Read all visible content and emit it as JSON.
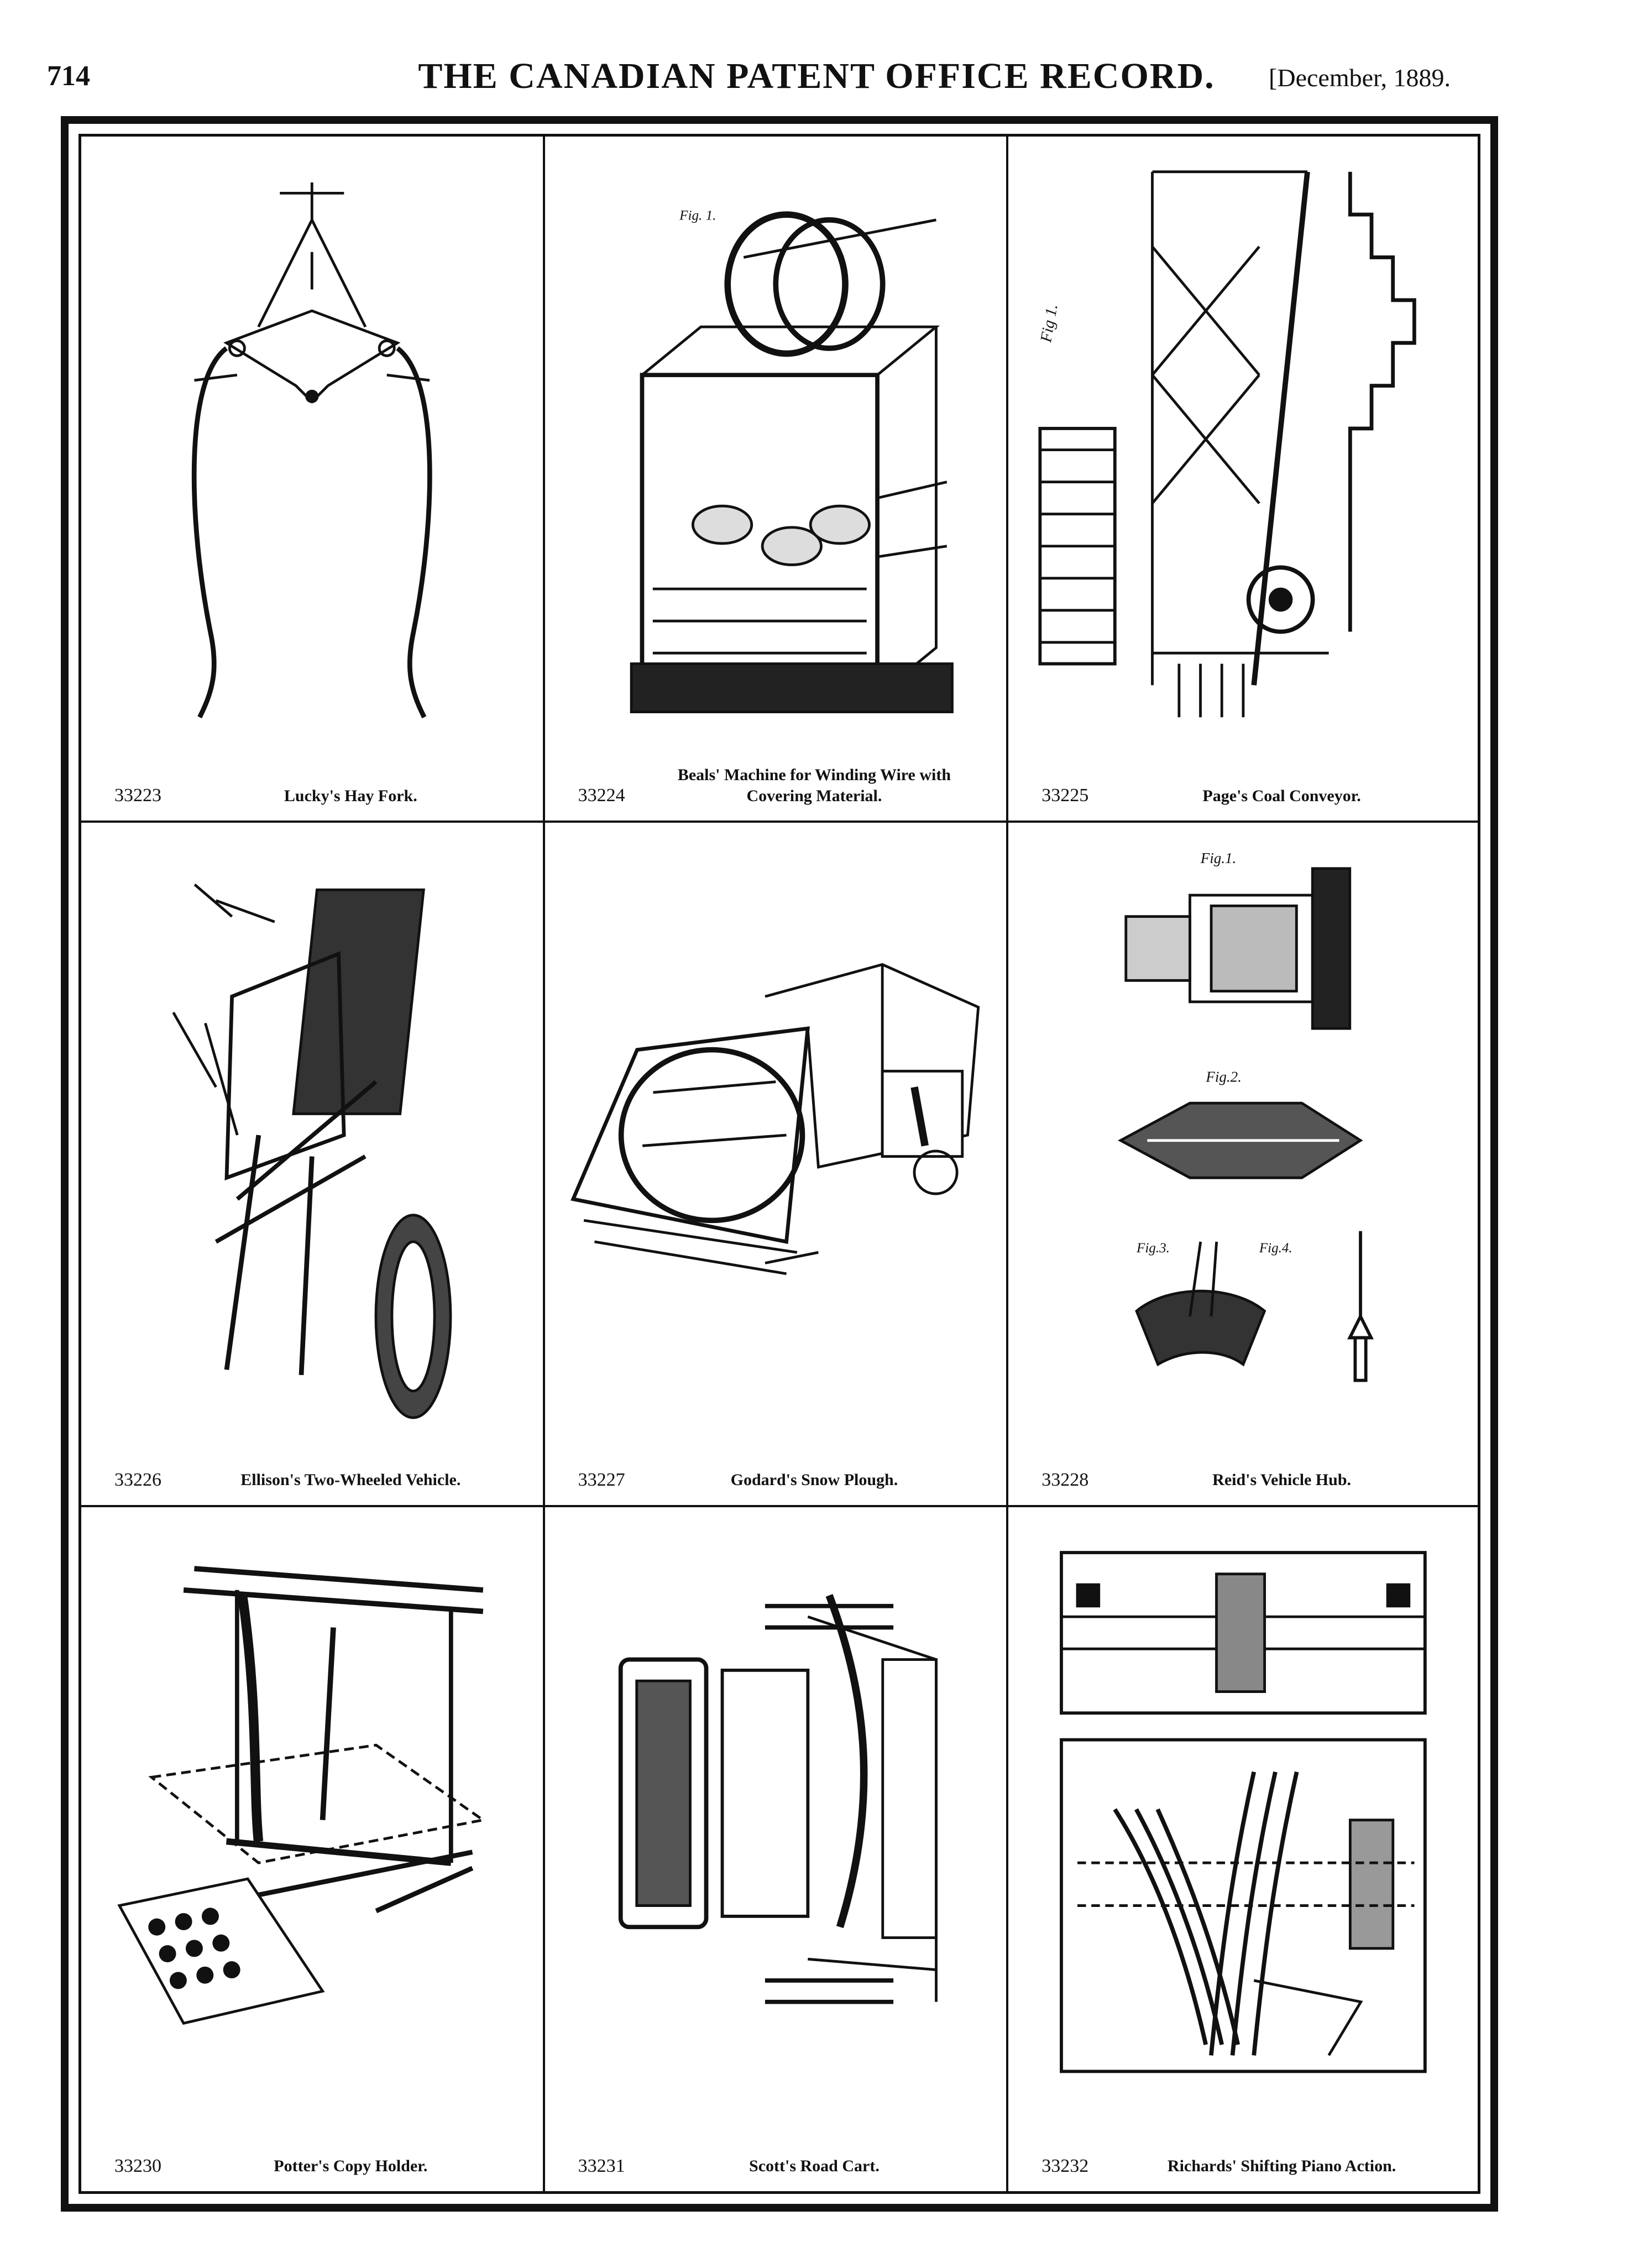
{
  "header": {
    "page_number": "714",
    "journal_title": "THE CANADIAN PATENT OFFICE RECORD.",
    "date": "[December, 1889."
  },
  "patents": [
    {
      "number": "33223",
      "title": "Lucky's Hay Fork.",
      "figure_labels": []
    },
    {
      "number": "33224",
      "title": "Beals' Machine for Winding Wire with Covering Material.",
      "figure_labels": [
        "Fig. 1."
      ]
    },
    {
      "number": "33225",
      "title": "Page's Coal Conveyor.",
      "figure_labels": [
        "Fig 1."
      ]
    },
    {
      "number": "33226",
      "title": "Ellison's Two-Wheeled Vehicle.",
      "figure_labels": []
    },
    {
      "number": "33227",
      "title": "Godard's Snow Plough.",
      "figure_labels": []
    },
    {
      "number": "33228",
      "title": "Reid's Vehicle Hub.",
      "figure_labels": [
        "Fig.1.",
        "Fig.2.",
        "Fig.3.",
        "Fig.4."
      ]
    },
    {
      "number": "33230",
      "title": "Potter's Copy Holder.",
      "figure_labels": []
    },
    {
      "number": "33231",
      "title": "Scott's Road Cart.",
      "figure_labels": []
    },
    {
      "number": "33232",
      "title": "Richards' Shifting Piano Action.",
      "figure_labels": []
    }
  ]
}
